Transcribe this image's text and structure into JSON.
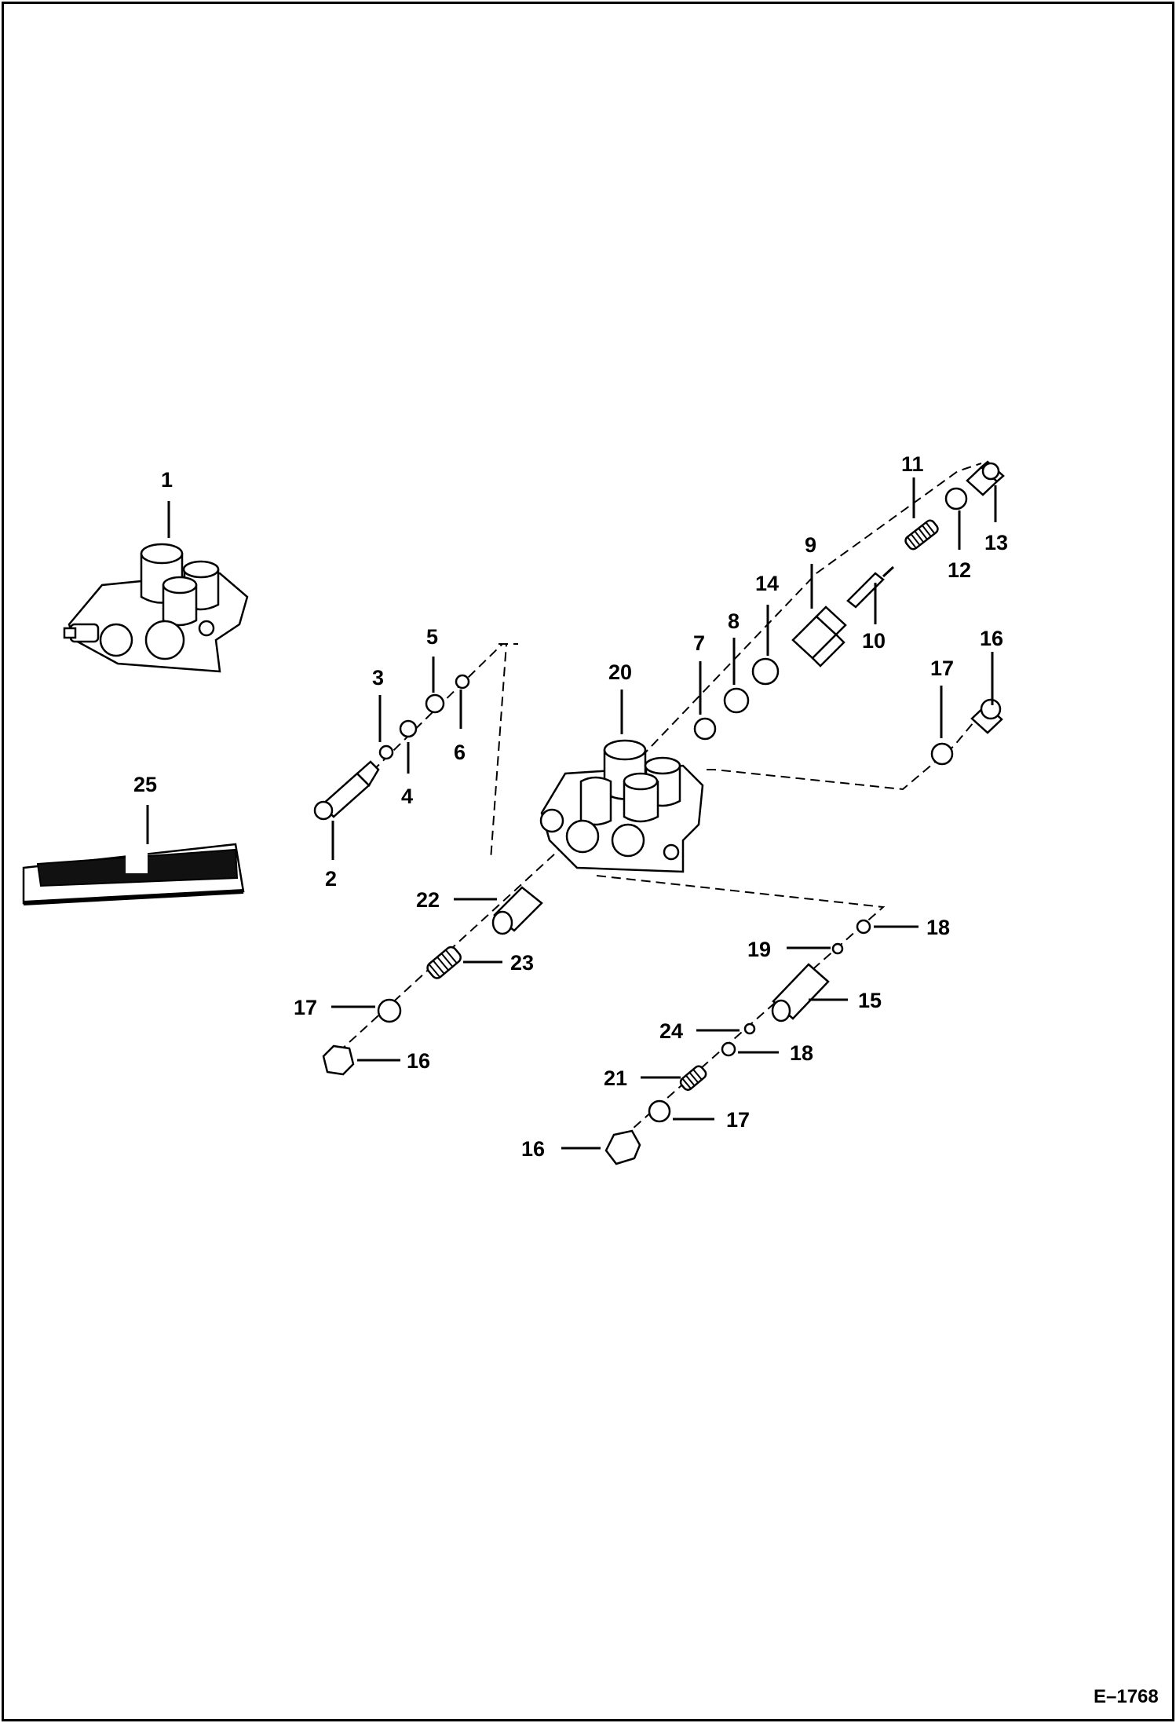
{
  "figure": {
    "code": "E–1768"
  },
  "callouts": [
    {
      "id": "c1",
      "text": "1"
    },
    {
      "id": "c2",
      "text": "2"
    },
    {
      "id": "c3",
      "text": "3"
    },
    {
      "id": "c4",
      "text": "4"
    },
    {
      "id": "c5",
      "text": "5"
    },
    {
      "id": "c6",
      "text": "6"
    },
    {
      "id": "c7",
      "text": "7"
    },
    {
      "id": "c8",
      "text": "8"
    },
    {
      "id": "c9",
      "text": "9"
    },
    {
      "id": "c10",
      "text": "10"
    },
    {
      "id": "c11",
      "text": "11"
    },
    {
      "id": "c12",
      "text": "12"
    },
    {
      "id": "c13",
      "text": "13"
    },
    {
      "id": "c14",
      "text": "14"
    },
    {
      "id": "c15",
      "text": "15"
    },
    {
      "id": "c16a",
      "text": "16"
    },
    {
      "id": "c16b",
      "text": "16"
    },
    {
      "id": "c16c",
      "text": "16"
    },
    {
      "id": "c17a",
      "text": "17"
    },
    {
      "id": "c17b",
      "text": "17"
    },
    {
      "id": "c17c",
      "text": "17"
    },
    {
      "id": "c18a",
      "text": "18"
    },
    {
      "id": "c18b",
      "text": "18"
    },
    {
      "id": "c19",
      "text": "19"
    },
    {
      "id": "c20",
      "text": "20"
    },
    {
      "id": "c21",
      "text": "21"
    },
    {
      "id": "c22",
      "text": "22"
    },
    {
      "id": "c23",
      "text": "23"
    },
    {
      "id": "c24",
      "text": "24"
    },
    {
      "id": "c25",
      "text": "25"
    }
  ]
}
